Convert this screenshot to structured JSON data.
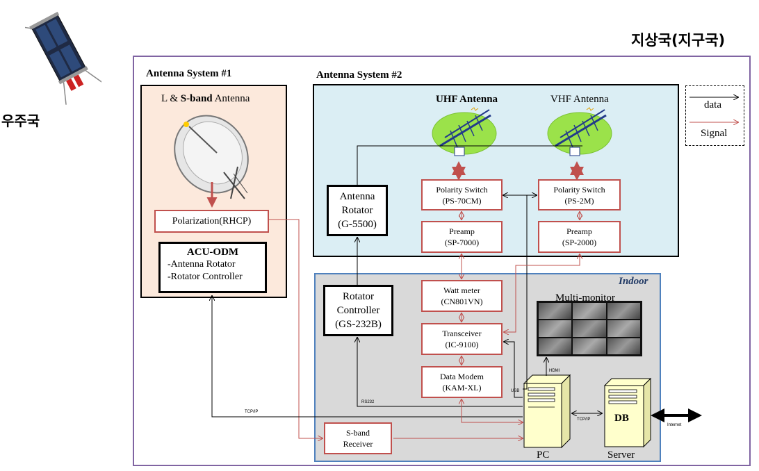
{
  "space_station": {
    "label": "우주국"
  },
  "ground_station": {
    "label": "지상국(지구국)"
  },
  "antenna_system_1": {
    "title": "Antenna System #1",
    "antenna_label_prefix": "L & ",
    "antenna_label_bold": "S-band",
    "antenna_label_suffix": " Antenna",
    "polarization": "Polarization(RHCP)",
    "acu_title": "ACU-ODM",
    "acu_line1": "-Antenna Rotator",
    "acu_line2": "-Rotator Controller"
  },
  "antenna_system_2": {
    "title": "Antenna System #2",
    "uhf_label": "UHF Antenna",
    "vhf_label": "VHF Antenna",
    "rotator": {
      "line1": "Antenna",
      "line2": "Rotator",
      "line3": "(G-5500)"
    },
    "polarity_uhf": {
      "name": "Polarity Switch",
      "model": "(PS-70CM)"
    },
    "polarity_vhf": {
      "name": "Polarity Switch",
      "model": "(PS-2M)"
    },
    "preamp_uhf": {
      "name": "Preamp",
      "model": "(SP-7000)"
    },
    "preamp_vhf": {
      "name": "Preamp",
      "model": "(SP-2000)"
    }
  },
  "legend": {
    "data": "data",
    "signal": "Signal"
  },
  "indoor": {
    "title": "Indoor",
    "rotator_controller": {
      "line1": "Rotator",
      "line2": "Controller",
      "line3": "(GS-232B)"
    },
    "watt_meter": {
      "name": "Watt meter",
      "model": "(CN801VN)"
    },
    "transceiver": {
      "name": "Transceiver",
      "model": "(IC-9100)"
    },
    "data_modem": {
      "name": "Data Modem",
      "model": "(KAM-XL)"
    },
    "sband_receiver": {
      "line1": "S-band",
      "line2": "Receiver"
    },
    "multi_monitor": "Multi-monitor",
    "pc": "PC",
    "server": "Server",
    "db": "DB",
    "hdmi": "HDMI",
    "usb": "USB",
    "rs232": "RS232",
    "tcpip_left": "TCP/IP",
    "tcpip_right": "TCP/IP",
    "internet": "Internet"
  },
  "colors": {
    "frame": "#8064a2",
    "indoor_border": "#4f81bd",
    "signal": "#c0504d",
    "antenna1_bg": "#fce9dc",
    "antenna2_bg": "#dbeef4",
    "indoor_bg": "#d9d9d9"
  }
}
